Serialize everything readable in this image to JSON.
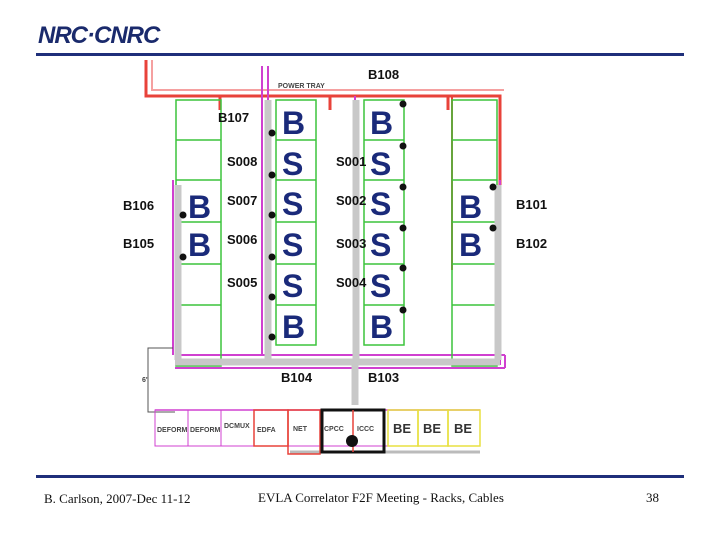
{
  "logo": "NRC·CNRC",
  "footer": {
    "author": "B. Carlson, 2007-Dec 11-12",
    "title": "EVLA Correlator F2F Meeting - Racks, Cables",
    "page": "38"
  },
  "diagram": {
    "power_tray": "POWER TRAY",
    "rack_labels": {
      "B108": "B108",
      "B107": "B107",
      "S008": "S008",
      "S001": "S001",
      "S007": "S007",
      "S002": "S002",
      "S006": "S006",
      "S003": "S003",
      "S005": "S005",
      "S004": "S004",
      "B106": "B106",
      "B105": "B105",
      "B101": "B101",
      "B102": "B102",
      "B104": "B104",
      "B103": "B103"
    },
    "rack_letters": {
      "b": "B",
      "s": "S"
    },
    "side_dim": "6'",
    "bottom_row": [
      "DEFORM",
      "DEFORM",
      "DCMUX",
      "EDFA",
      "NET",
      "CPCC",
      "ICCC",
      "BE",
      "BE",
      "BE"
    ],
    "colors": {
      "power": "#e8423a",
      "power_light": "#f5a0a0",
      "rack_outline": "#3cc43c",
      "cable": "#c8c8c8",
      "cable_dark": "#9a9a9a",
      "magenta": "#d040d0",
      "be_outline": "#e8e040",
      "letter": "#1a2a7a"
    }
  }
}
